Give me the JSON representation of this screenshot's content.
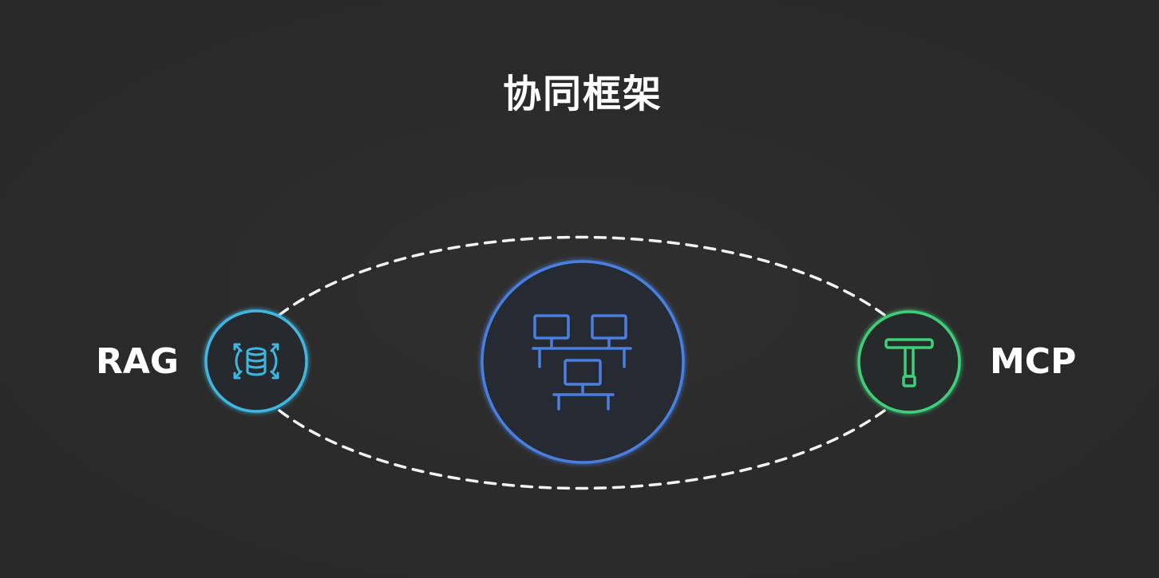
{
  "title": "协同框架",
  "nodes": {
    "left": {
      "label": "RAG",
      "icon": "database-scan-icon",
      "color": "#3fb6e0"
    },
    "center": {
      "icon": "networked-computers-icon",
      "color": "#4a7fe0"
    },
    "right": {
      "label": "MCP",
      "icon": "tool-icon",
      "color": "#3ecf7a"
    }
  },
  "connector": {
    "style": "dashed",
    "color": "#f2f2f2"
  }
}
